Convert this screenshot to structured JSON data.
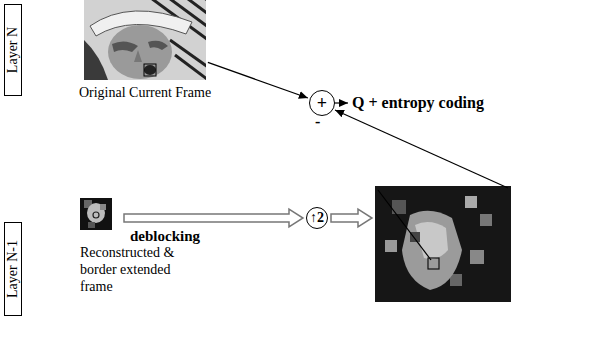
{
  "diagram": {
    "nodes": [
      {
        "text": [
          "Layer N"
        ]
      },
      {
        "text": [
          "Layer N-1"
        ]
      },
      {
        "text": [
          "Original Current Frame"
        ]
      },
      {
        "text": [
          "+"
        ]
      },
      {
        "text": [
          "Reconstructed & border extended frame"
        ]
      },
      {
        "text": [
          "↑2"
        ]
      }
    ],
    "edges": [
      {
        "from": 2,
        "to": 3,
        "arrow": "to"
      },
      {
        "from": 4,
        "to": 5,
        "label": "deblocking",
        "arrow": "to"
      }
    ],
    "labels": [
      "Q + entropy coding",
      "-"
    ]
  }
}
